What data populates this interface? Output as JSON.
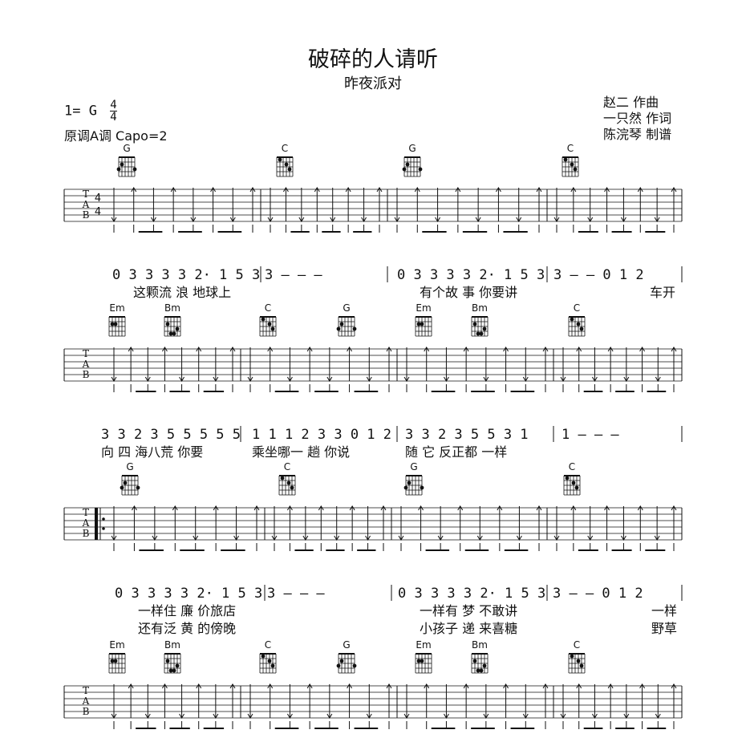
{
  "title": "破碎的人请听",
  "subtitle": "昨夜派对",
  "key_signature": "1= G",
  "time_signature": {
    "top": "4",
    "bottom": "4"
  },
  "original_key": "原调A调 Capo=2",
  "credits": [
    "赵二 作曲",
    "一只然 作词",
    "陈浣琴 制谱"
  ],
  "systems": [
    {
      "chords": [
        "G",
        "C",
        "G",
        "C"
      ],
      "notation": [
        "0  3 3 3 3 2· 1 5 3",
        "3  –  –  –",
        "0  3 3 3 3 2· 1 5 3",
        "3  –  –  0 1 2"
      ],
      "lyrics": [
        [
          "这颗流 浪 地球上",
          "",
          "有个故 事 你要讲",
          "车开"
        ]
      ]
    },
    {
      "chords": [
        "Em",
        "Bm",
        "C",
        "G",
        "Em",
        "Bm",
        "C"
      ],
      "notation": [
        "3  3  2 3 5 5 5 5 5",
        "1 1 1 2 3 3  0 1 2",
        "3  3  2 3 5 5 3 1",
        "1  –  –  –"
      ],
      "lyrics": [
        [
          "向 四 海八荒 你要",
          "乘坐哪一 趟  你说",
          "随 它 反正都 一样",
          ""
        ]
      ]
    },
    {
      "chords": [
        "G",
        "C",
        "G",
        "C"
      ],
      "notation": [
        "0  3 3 3 3 2· 1 5 3",
        "3  –  –  –",
        "0  3 3 3 3 2· 1 5 3",
        "3  –  –  0 1 2"
      ],
      "lyrics": [
        [
          "一样住 廉 价旅店",
          "",
          "一样有 梦 不敢讲",
          "一样"
        ],
        [
          "还有泛 黄 的傍晚",
          "",
          "小孩子 递 来喜糖",
          "野草"
        ]
      ]
    },
    {
      "chords": [
        "Em",
        "Bm",
        "C",
        "G",
        "Em",
        "Bm",
        "C"
      ],
      "notation": [],
      "lyrics": []
    }
  ],
  "tab_letters": [
    "T",
    "A",
    "B"
  ],
  "tab_time": [
    "4",
    "4"
  ]
}
